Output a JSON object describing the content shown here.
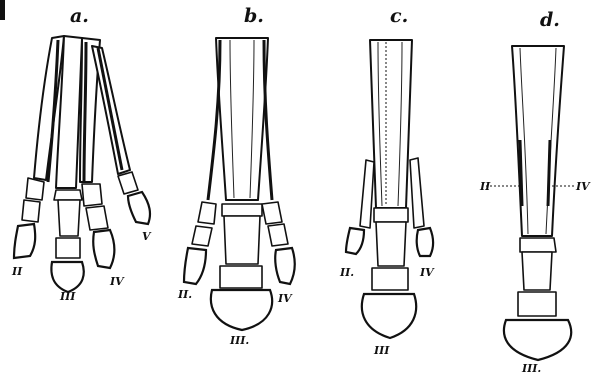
{
  "panels": [
    {
      "letter": "a.",
      "labels": {
        "II": "II",
        "III": "III",
        "IV": "IV",
        "V": "V"
      }
    },
    {
      "letter": "b.",
      "labels": {
        "II": "II.",
        "III": "III.",
        "IV": "IV"
      }
    },
    {
      "letter": "c.",
      "labels": {
        "II": "II.",
        "III": "III",
        "IV": "IV"
      }
    },
    {
      "letter": "d.",
      "labels": {
        "II": "II",
        "III": "III.",
        "IV": "IV"
      }
    }
  ]
}
